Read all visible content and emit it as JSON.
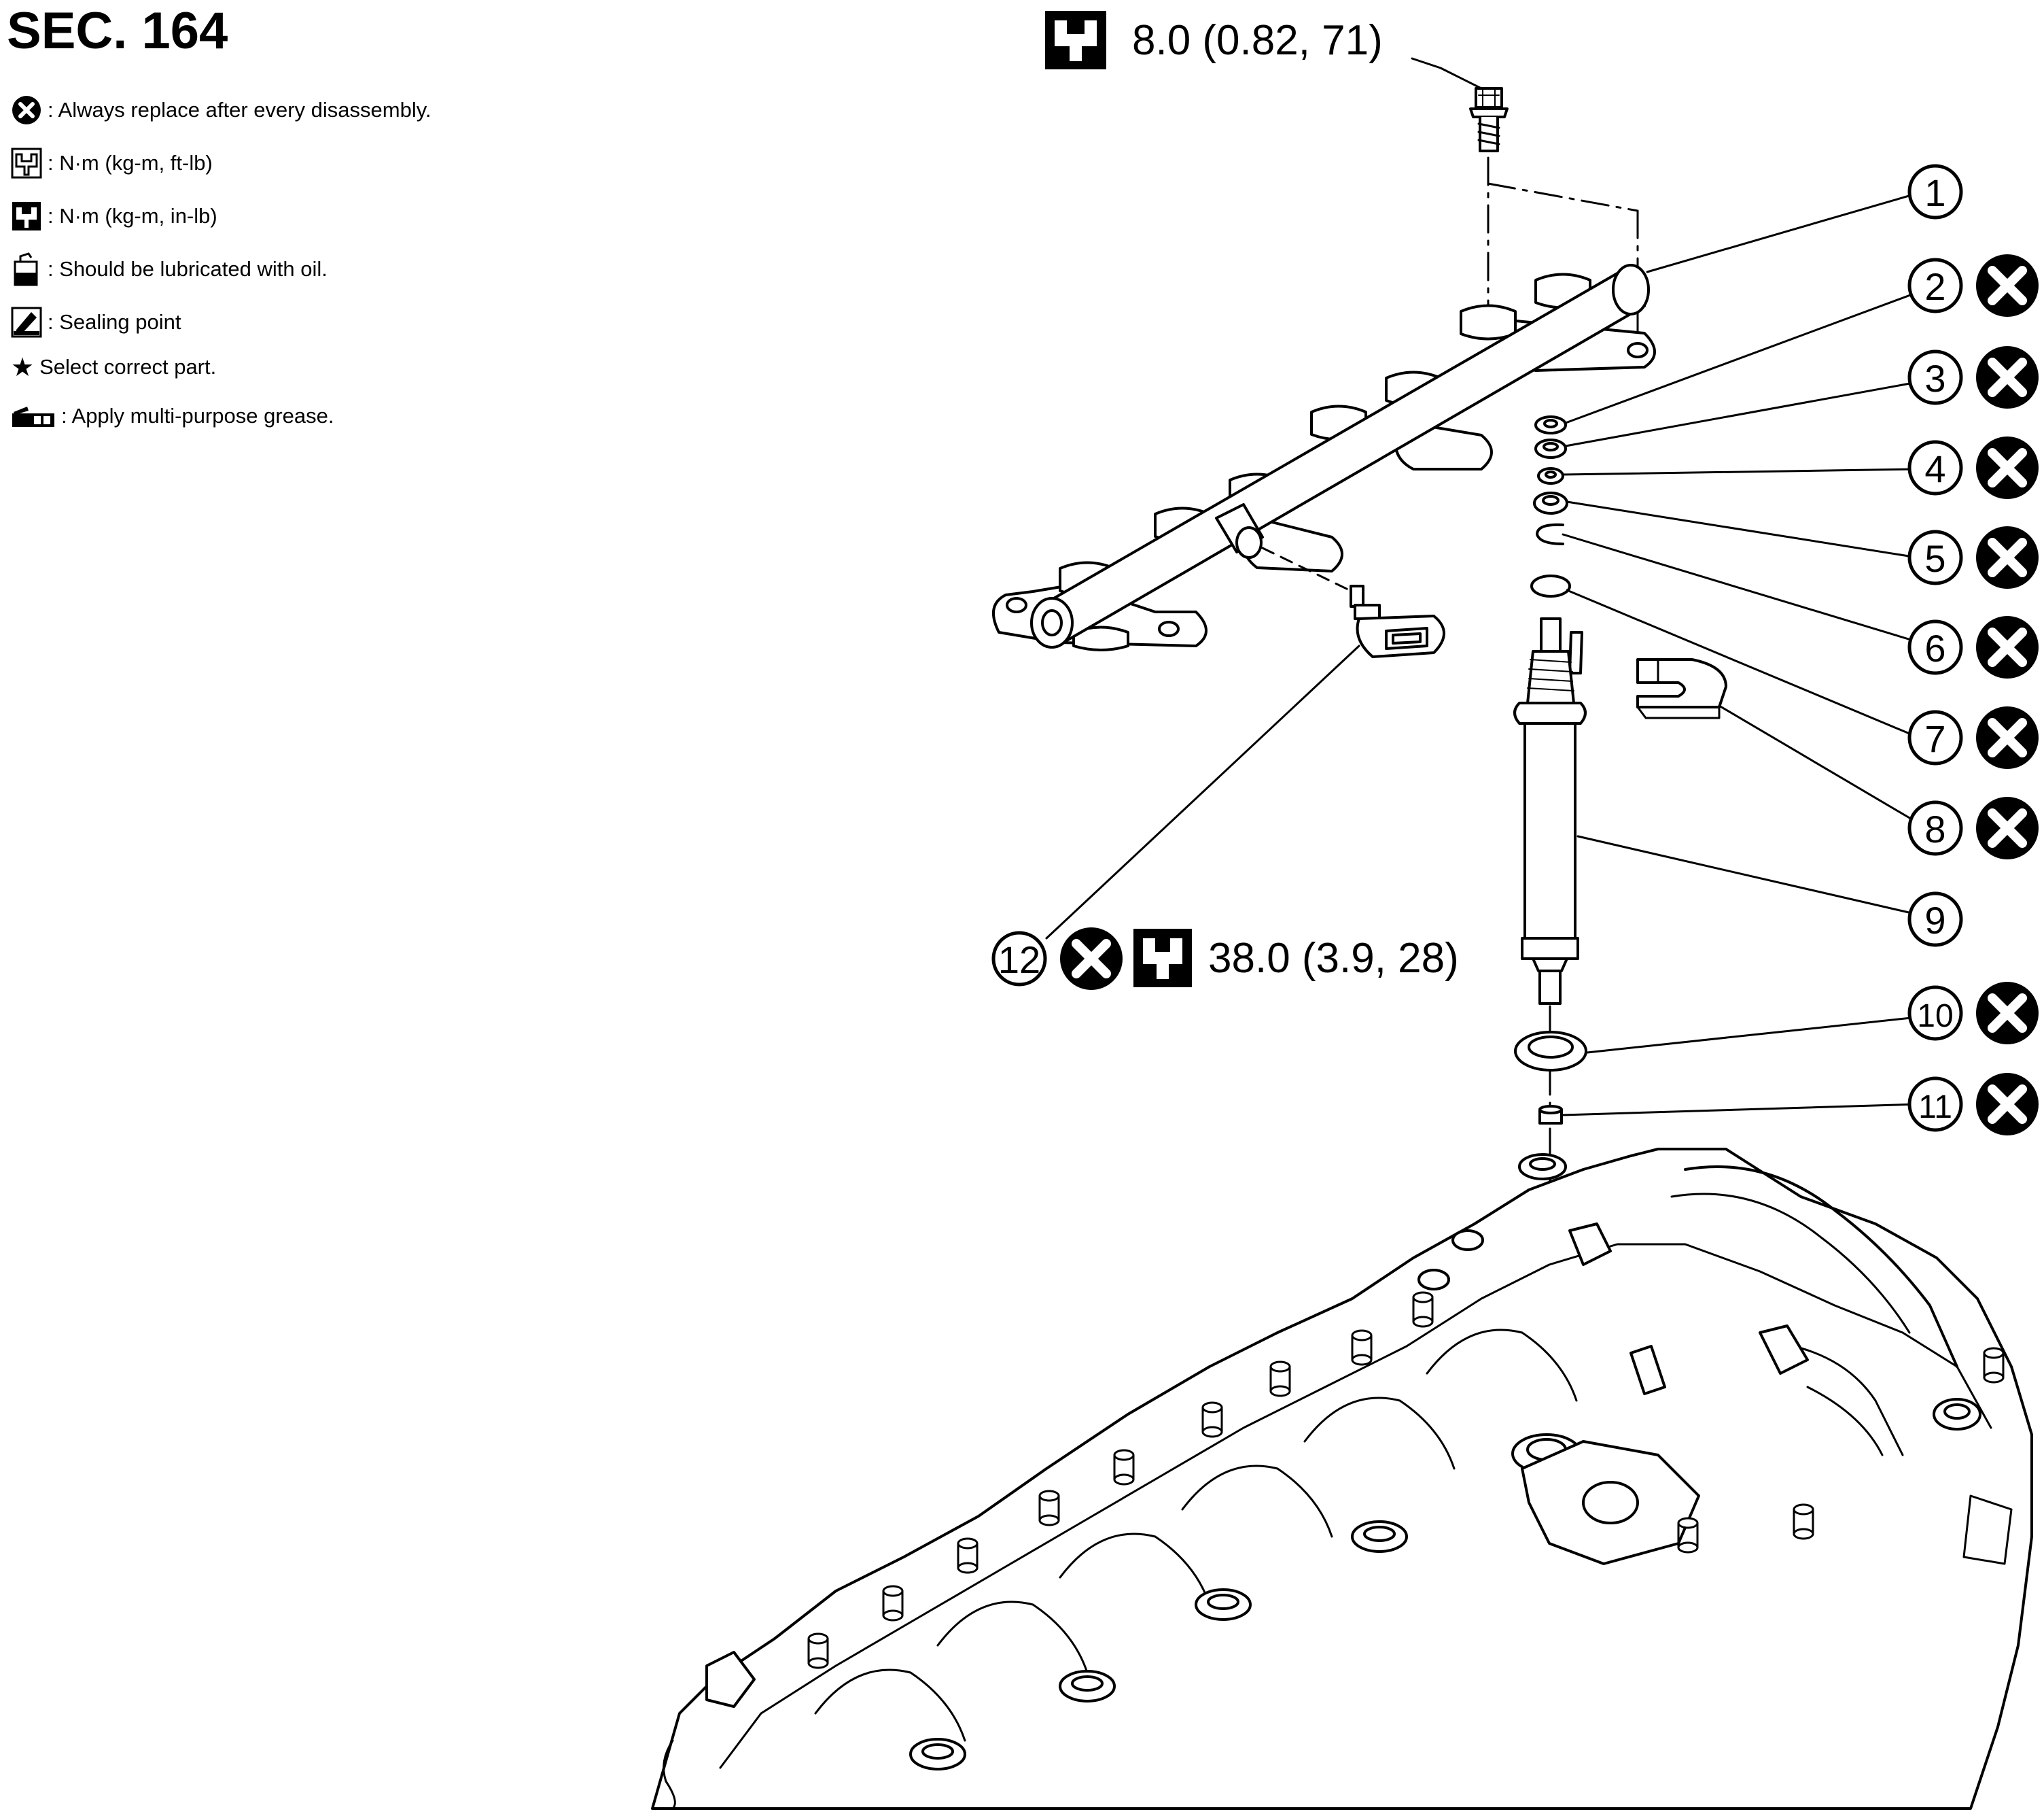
{
  "section": "SEC. 164",
  "legend": [
    {
      "icon": "always-replace-icon",
      "text": ": Always replace after every disassembly."
    },
    {
      "icon": "torque-ft-lb-icon",
      "text": ": N·m (kg-m, ft-lb)"
    },
    {
      "icon": "torque-in-lb-icon",
      "text": ": N·m (kg-m, in-lb)"
    },
    {
      "icon": "oil-can-icon",
      "text": ": Should be lubricated with oil."
    },
    {
      "icon": "sealing-point-icon",
      "text": ": Sealing point"
    },
    {
      "icon": "star-icon",
      "text": "Select correct part."
    },
    {
      "icon": "grease-gun-icon",
      "text": ": Apply multi-purpose grease."
    }
  ],
  "torques": {
    "bolt": "8.0 (0.82, 71)",
    "sensor": "38.0 (3.9, 28)"
  },
  "callouts": {
    "c1": "1",
    "c2": "2",
    "c3": "3",
    "c4": "4",
    "c5": "5",
    "c6": "6",
    "c7": "7",
    "c8": "8",
    "c9": "9",
    "c10": "10",
    "c11": "11",
    "c12": "12"
  },
  "colors": {
    "ink": "#000000",
    "paper": "#ffffff"
  }
}
